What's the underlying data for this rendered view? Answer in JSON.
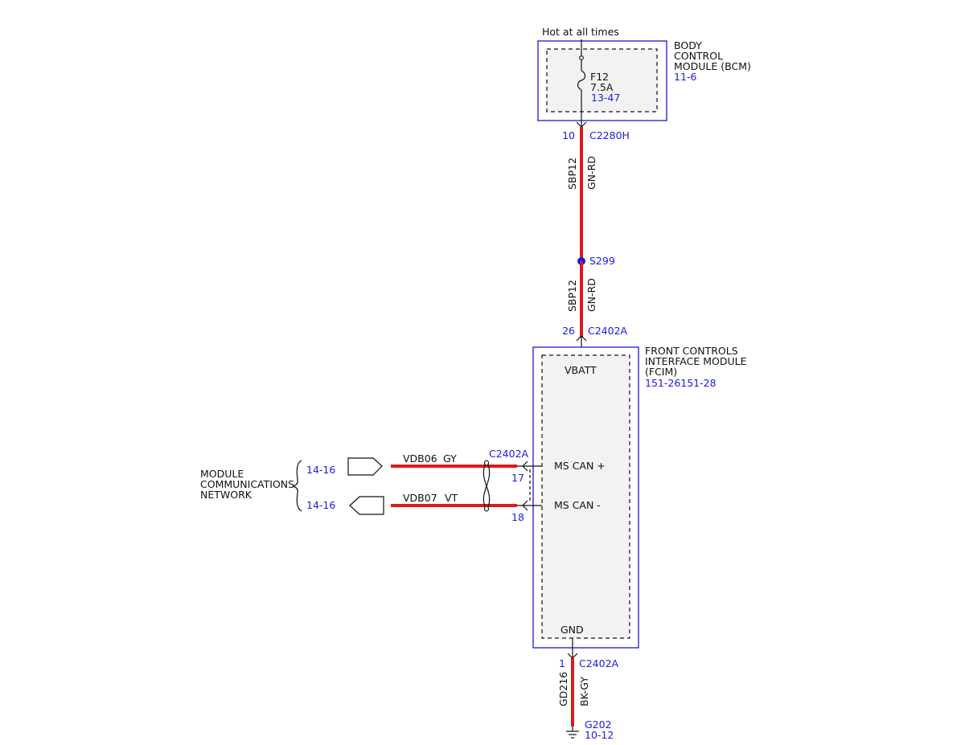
{
  "bcm": {
    "supply_label": "Hot at all times",
    "name_line1": "BODY",
    "name_line2": "CONTROL",
    "name_line3": "MODULE (BCM)",
    "ref": "11-6",
    "fuse_name": "F12",
    "fuse_rating": "7.5A",
    "fuse_ref": "13-47",
    "pin": "10",
    "connector": "C2280H"
  },
  "wire_upper": {
    "circuit": "SBP12",
    "color": "GN-RD"
  },
  "splice": {
    "name": "S299"
  },
  "wire_lower": {
    "circuit": "SBP12",
    "color": "GN-RD"
  },
  "fcim": {
    "supply_pin": "26",
    "supply_connector": "C2402A",
    "name_line1": "FRONT CONTROLS",
    "name_line2": "INTERFACE MODULE",
    "name_line3": "(FCIM)",
    "ref": "151-26151-28",
    "vbatt_label": "VBATT",
    "can_plus_label": "MS CAN +",
    "can_minus_label": "MS CAN -",
    "gnd_label": "GND",
    "can_connector": "C2402A",
    "can_plus_pin": "17",
    "can_minus_pin": "18",
    "gnd_pin": "1",
    "gnd_connector": "C2402A"
  },
  "network": {
    "line1": "MODULE",
    "line2": "COMMUNICATIONS",
    "line3": "NETWORK",
    "ref_plus": "14-16",
    "ref_minus": "14-16",
    "wire_plus_circuit": "VDB06",
    "wire_plus_color": "GY",
    "wire_minus_circuit": "VDB07",
    "wire_minus_color": "VT"
  },
  "ground": {
    "circuit": "GD216",
    "color": "BK-GY",
    "name": "G202",
    "ref": "10-12"
  }
}
